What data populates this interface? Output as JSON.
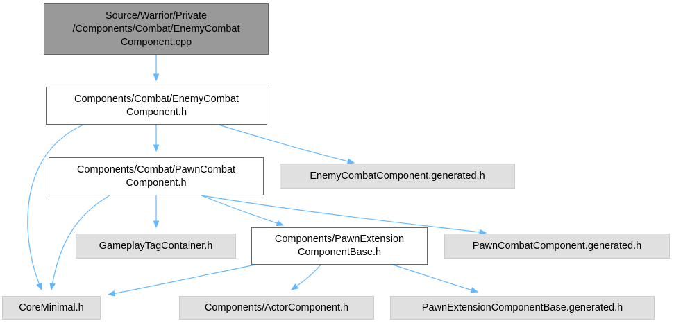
{
  "nodes": {
    "root": {
      "lines": [
        "Source/Warrior/Private",
        "/Components/Combat/EnemyCombat",
        "Component.cpp"
      ]
    },
    "enemy_combat_h": {
      "lines": [
        "Components/Combat/EnemyCombat",
        "Component.h"
      ]
    },
    "pawn_combat_h": {
      "lines": [
        "Components/Combat/PawnCombat",
        "Component.h"
      ]
    },
    "enemy_generated": {
      "lines": [
        "EnemyCombatComponent.generated.h"
      ]
    },
    "gameplay_tag": {
      "lines": [
        "GameplayTagContainer.h"
      ]
    },
    "pawn_ext_base": {
      "lines": [
        "Components/PawnExtension",
        "ComponentBase.h"
      ]
    },
    "pawn_generated": {
      "lines": [
        "PawnCombatComponent.generated.h"
      ]
    },
    "core_minimal": {
      "lines": [
        "CoreMinimal.h"
      ]
    },
    "actor_component": {
      "lines": [
        "Components/ActorComponent.h"
      ]
    },
    "pawn_ext_generated": {
      "lines": [
        "PawnExtensionComponentBase.generated.h"
      ]
    }
  },
  "edges": [
    {
      "from": "root",
      "to": "enemy_combat_h"
    },
    {
      "from": "enemy_combat_h",
      "to": "pawn_combat_h"
    },
    {
      "from": "enemy_combat_h",
      "to": "enemy_generated"
    },
    {
      "from": "enemy_combat_h",
      "to": "core_minimal"
    },
    {
      "from": "pawn_combat_h",
      "to": "gameplay_tag"
    },
    {
      "from": "pawn_combat_h",
      "to": "pawn_ext_base"
    },
    {
      "from": "pawn_combat_h",
      "to": "pawn_generated"
    },
    {
      "from": "pawn_combat_h",
      "to": "core_minimal"
    },
    {
      "from": "pawn_ext_base",
      "to": "core_minimal"
    },
    {
      "from": "pawn_ext_base",
      "to": "actor_component"
    },
    {
      "from": "pawn_ext_base",
      "to": "pawn_ext_generated"
    }
  ],
  "colors": {
    "edge": "#63b8ff",
    "root_fill": "#999999",
    "local_fill": "#ffffff",
    "external_fill": "#e0e0e0"
  }
}
